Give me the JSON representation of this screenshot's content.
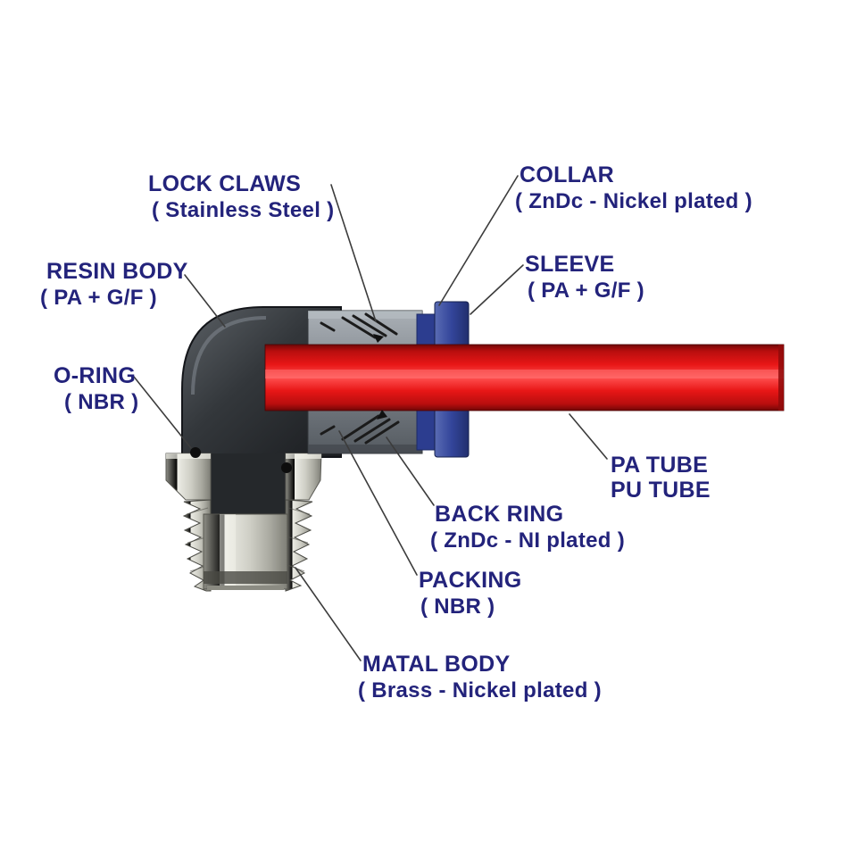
{
  "diagram": {
    "labels": {
      "lock_claws": {
        "title": "LOCK CLAWS",
        "subtitle": "( Stainless Steel )"
      },
      "collar": {
        "title": "COLLAR",
        "subtitle": "( ZnDc - Nickel plated )"
      },
      "resin_body": {
        "title": "RESIN BODY",
        "subtitle": "( PA + G/F )"
      },
      "sleeve": {
        "title": "SLEEVE",
        "subtitle": "( PA + G/F )"
      },
      "o_ring": {
        "title": "O-RING",
        "subtitle": "( NBR )"
      },
      "pa_tube": {
        "title": "PA TUBE",
        "subtitle": "PU TUBE"
      },
      "back_ring": {
        "title": "BACK RING",
        "subtitle": "( ZnDc - NI plated )"
      },
      "packing": {
        "title": "PACKING",
        "subtitle": "( NBR )"
      },
      "matal_body": {
        "title": "MATAL BODY",
        "subtitle": "( Brass - Nickel plated )"
      }
    },
    "colors": {
      "label_text": "#23237b",
      "tube_red": "#e81616",
      "body_gray": "#33373b",
      "sleeve_blue": "#33459a",
      "collar_gray": "#7c8289",
      "metal_silver": "#cfcfc6",
      "background": "#ffffff"
    }
  }
}
